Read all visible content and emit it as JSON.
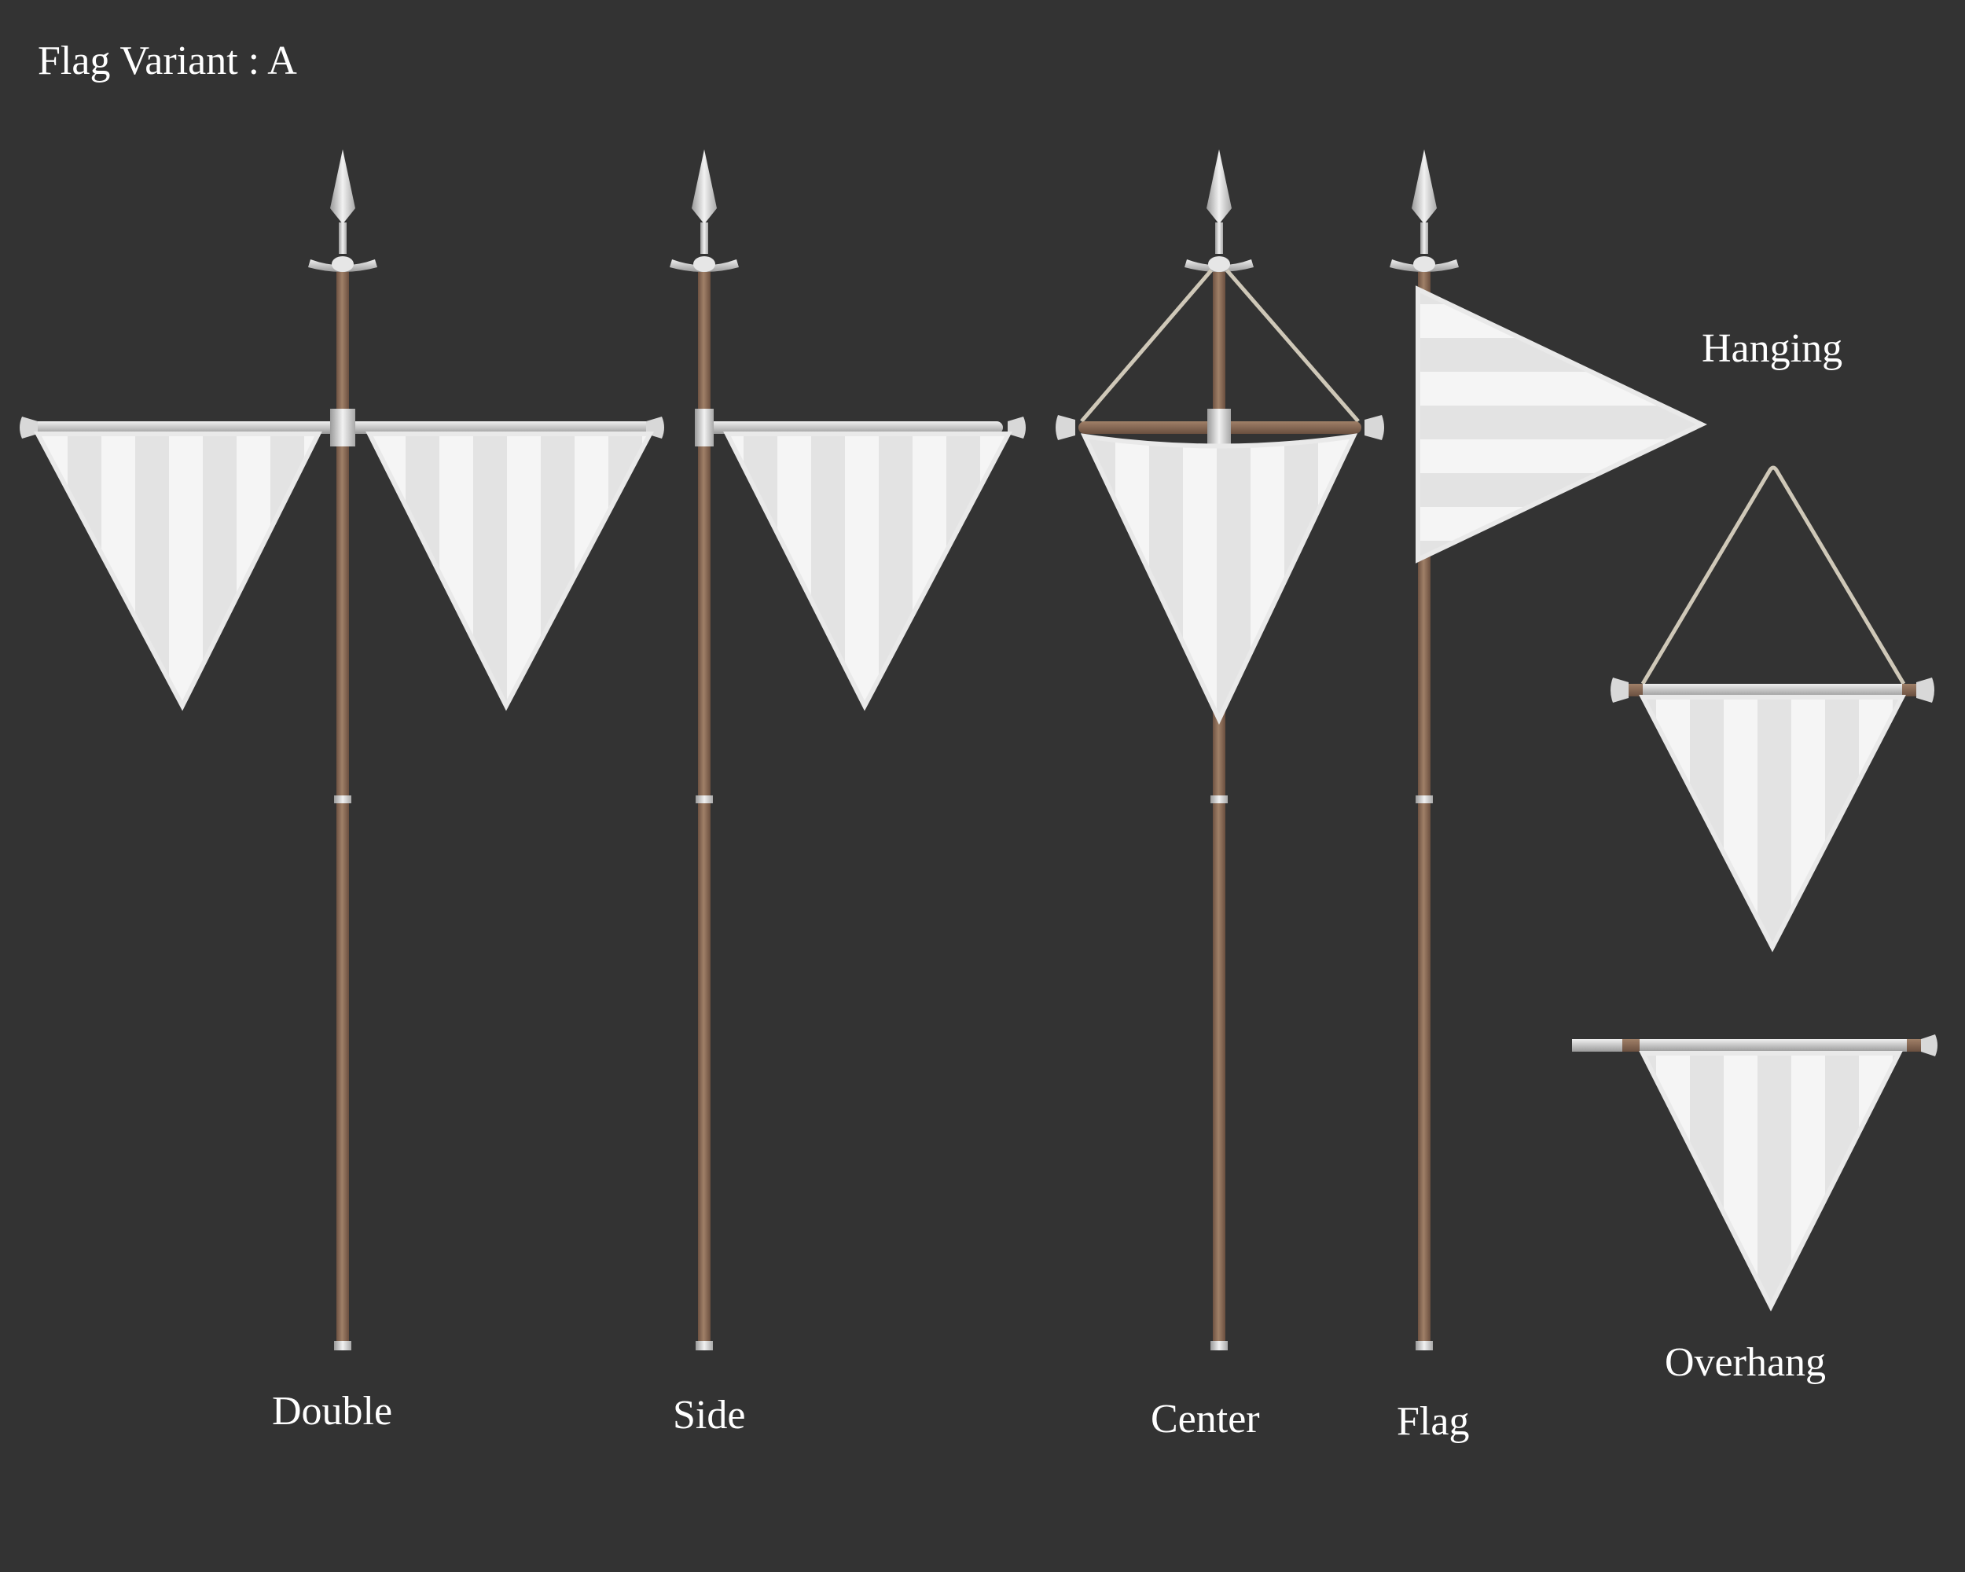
{
  "sheet": {
    "title": "Flag Variant : A"
  },
  "variants": {
    "double": "Double",
    "side": "Side",
    "center": "Center",
    "flag": "Flag",
    "hanging": "Hanging",
    "overhang": "Overhang"
  },
  "colors": {
    "background": "#333333",
    "wood": "#8b6a55",
    "metal": "#d4d4d4",
    "cloth": "#f4f4f4",
    "cloth_stripe": "#e2e2e2",
    "rope": "#cfc8b8",
    "label": "#ffffff"
  }
}
